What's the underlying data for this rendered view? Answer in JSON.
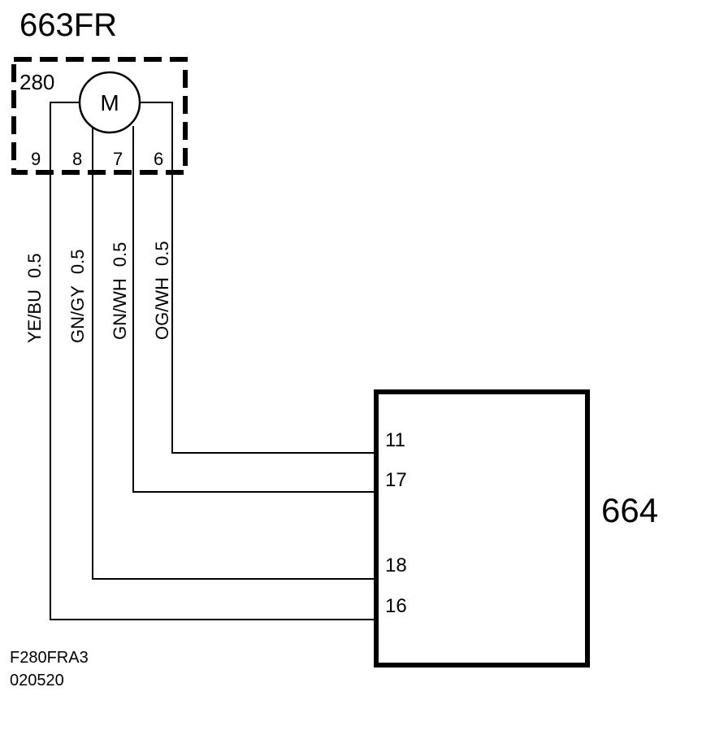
{
  "diagram": {
    "component_top": {
      "label": "663FR"
    },
    "component_right": {
      "label": "664"
    },
    "subcomponent": {
      "label": "280",
      "motor_symbol": "M"
    },
    "top_pins": [
      "9",
      "8",
      "7",
      "6"
    ],
    "wires": [
      {
        "color_code": "YE/BU",
        "size": "0.5"
      },
      {
        "color_code": "GN/GY",
        "size": "0.5"
      },
      {
        "color_code": "GN/WH",
        "size": "0.5"
      },
      {
        "color_code": "OG/WH",
        "size": "0.5"
      }
    ],
    "right_pins": [
      "11",
      "17",
      "18",
      "16"
    ],
    "footer": {
      "code": "F280FRA3",
      "date": "020520"
    },
    "colors": {
      "line": "#000000",
      "background": "#ffffff"
    }
  }
}
